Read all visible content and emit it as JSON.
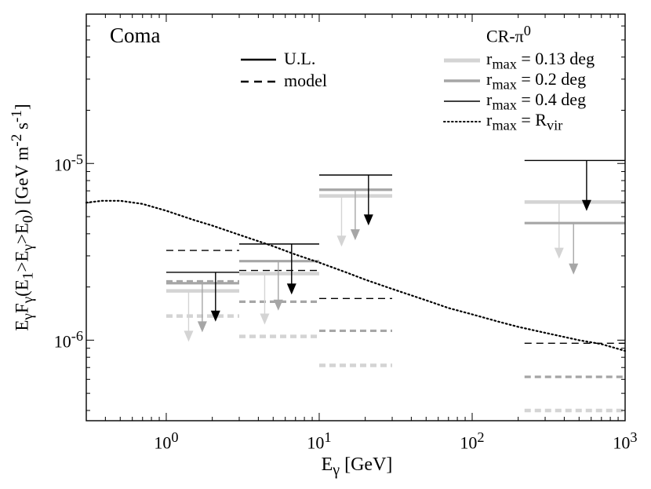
{
  "chart_data": {
    "type": "line",
    "title": "Coma",
    "xlabel": "E<sub>γ</sub> [GeV]",
    "ylabel": "E<sub>γ</sub>F<sub>γ</sub>(E<sub>1</sub>&gt;E<sub>γ</sub>&gt;E<sub>0</sub>) [GeV m<sup>-2</sup> s<sup>-1</sup>]",
    "x_scale": "log",
    "y_scale": "log",
    "xlim": [
      0.3,
      1000
    ],
    "ylim": [
      3.5e-07,
      7e-05
    ],
    "x_ticks": [
      {
        "value": 1,
        "label": "10<sup>0</sup>"
      },
      {
        "value": 10,
        "label": "10<sup>1</sup>"
      },
      {
        "value": 100,
        "label": "10<sup>2</sup>"
      },
      {
        "value": 1000,
        "label": "10<sup>3</sup>"
      }
    ],
    "y_ticks": [
      {
        "value": 1e-06,
        "label": "10<sup>-6</sup>"
      },
      {
        "value": 1e-05,
        "label": "10<sup>-5</sup>"
      }
    ],
    "legend_style": [
      {
        "label": "U.L.",
        "dash": "solid"
      },
      {
        "label": "model",
        "dash": "dashed"
      }
    ],
    "legend_title": "CR-π<sup>0</sup>",
    "legend_rmax": [
      {
        "label": "r<sub>max</sub> = 0.13 deg",
        "color": "#d4d4d4",
        "width": 5,
        "dash": "solid"
      },
      {
        "label": "r<sub>max</sub> = 0.2  deg",
        "color": "#a6a6a6",
        "width": 3.5,
        "dash": "solid"
      },
      {
        "label": "r<sub>max</sub> = 0.4  deg",
        "color": "#000000",
        "width": 1.5,
        "dash": "solid"
      },
      {
        "label": "r<sub>max</sub> = R<sub>vir</sub>",
        "color": "#000000",
        "width": 2,
        "dash": "dotted"
      }
    ],
    "bins": [
      {
        "emin": 1,
        "emax": 3,
        "ul": [
          {
            "r": "0.13",
            "value": 1.9e-06,
            "arrow_x": 1.4,
            "arrow_to": 1e-06
          },
          {
            "r": "0.2",
            "value": 2.1e-06,
            "arrow_x": 1.72,
            "arrow_to": 1.13e-06
          },
          {
            "r": "0.4",
            "value": 2.42e-06,
            "arrow_x": 2.1,
            "arrow_to": 1.3e-06
          }
        ],
        "model": [
          {
            "r": "0.13",
            "value": 1.37e-06
          },
          {
            "r": "0.2",
            "value": 2.15e-06
          },
          {
            "r": "0.4",
            "value": 3.22e-06
          }
        ]
      },
      {
        "emin": 3,
        "emax": 10,
        "ul": [
          {
            "r": "0.13",
            "value": 2.38e-06,
            "arrow_x": 4.4,
            "arrow_to": 1.25e-06
          },
          {
            "r": "0.2",
            "value": 2.8e-06,
            "arrow_x": 5.4,
            "arrow_to": 1.5e-06
          },
          {
            "r": "0.4",
            "value": 3.5e-06,
            "arrow_x": 6.6,
            "arrow_to": 1.85e-06
          }
        ],
        "model": [
          {
            "r": "0.13",
            "value": 1.05e-06
          },
          {
            "r": "0.2",
            "value": 1.65e-06
          },
          {
            "r": "0.4",
            "value": 2.48e-06
          }
        ]
      },
      {
        "emin": 10,
        "emax": 30,
        "ul": [
          {
            "r": "0.13",
            "value": 6.55e-06,
            "arrow_x": 14,
            "arrow_to": 3.45e-06
          },
          {
            "r": "0.2",
            "value": 7.1e-06,
            "arrow_x": 17.2,
            "arrow_to": 3.75e-06
          },
          {
            "r": "0.4",
            "value": 8.6e-06,
            "arrow_x": 21,
            "arrow_to": 4.55e-06
          }
        ],
        "model": [
          {
            "r": "0.13",
            "value": 7.2e-07
          },
          {
            "r": "0.2",
            "value": 1.13e-06
          },
          {
            "r": "0.4",
            "value": 1.72e-06
          }
        ]
      },
      {
        "emin": 220,
        "emax": 1000,
        "ul": [
          {
            "r": "0.13",
            "value": 6.05e-06,
            "arrow_x": 370,
            "arrow_to": 2.95e-06
          },
          {
            "r": "0.2",
            "value": 4.6e-06,
            "arrow_x": 460,
            "arrow_to": 2.4e-06
          },
          {
            "r": "0.4",
            "value": 1.04e-05,
            "arrow_x": 560,
            "arrow_to": 5.5e-06
          }
        ],
        "model": [
          {
            "r": "0.13",
            "value": 4e-07
          },
          {
            "r": "0.2",
            "value": 6.2e-07
          },
          {
            "r": "0.4",
            "value": 9.6e-07
          }
        ]
      }
    ],
    "series": [
      {
        "label": "r_max = R_vir",
        "style": "dotted",
        "x": [
          0.3,
          0.38,
          0.5,
          0.7,
          1.0,
          1.5,
          2,
          3,
          5,
          7,
          10,
          15,
          20,
          30,
          50,
          70,
          100,
          150,
          200,
          300,
          500,
          700,
          1000
        ],
        "y": [
          6e-06,
          6.15e-06,
          6.15e-06,
          5.9e-06,
          5.4e-06,
          4.8e-06,
          4.45e-06,
          3.95e-06,
          3.4e-06,
          3.05e-06,
          2.75e-06,
          2.42e-06,
          2.2e-06,
          1.95e-06,
          1.68e-06,
          1.52e-06,
          1.4e-06,
          1.27e-06,
          1.19e-06,
          1.1e-06,
          1e-06,
          9.5e-07,
          8.7e-07
        ]
      }
    ]
  }
}
